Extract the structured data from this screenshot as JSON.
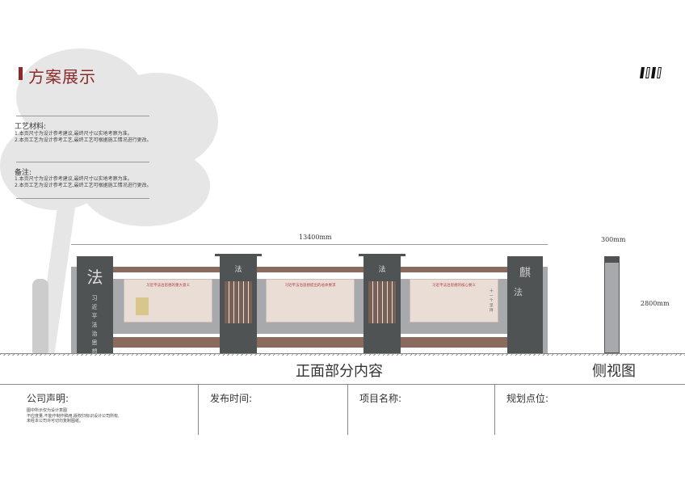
{
  "header": {
    "title": "方案展示",
    "logo": "logo-bars"
  },
  "notes": [
    {
      "heading": "工艺材料:",
      "text": "1.本页尺寸为设计参考建议,最终尺寸以实地考察为准。\n2.本页工艺为设计参考工艺,最终工艺可根据施工情况进行更改。"
    },
    {
      "heading": "备注:",
      "text": "1.本页尺寸为设计参考建议,最终尺寸以实地考察为准。\n2.本页工艺为设计参考工艺,最终工艺可根据施工情况进行更改。"
    }
  ],
  "drawing": {
    "width_dim": "13400mm",
    "side_width_dim": "300mm",
    "height_dim": "2800mm",
    "pillar_glyph": "法",
    "left_pillar_text": "习近平法治思想",
    "panels": [
      "习近平法治思想的重大意义",
      "习近平法治思想提出的总体要求",
      "习近平法治思想的核心要义"
    ],
    "panel3_side": "十一个坚持",
    "front_caption": "正面部分内容",
    "side_caption": "侧视图"
  },
  "footer": {
    "cells": [
      {
        "label": "公司声明:",
        "text": "图中所示仅为设计意图\n不应度量,不能作制作稿用,版权归标识设计公司所有,\n未经本公司许可切勿复制图纸。"
      },
      {
        "label": "发布时间:"
      },
      {
        "label": "项目名称:"
      },
      {
        "label": "规划点位:"
      }
    ]
  },
  "colors": {
    "accent": "#8b2a2a",
    "pillar": "#505354",
    "wood": "#8a6b5e",
    "panel": "#a8a9ac"
  }
}
